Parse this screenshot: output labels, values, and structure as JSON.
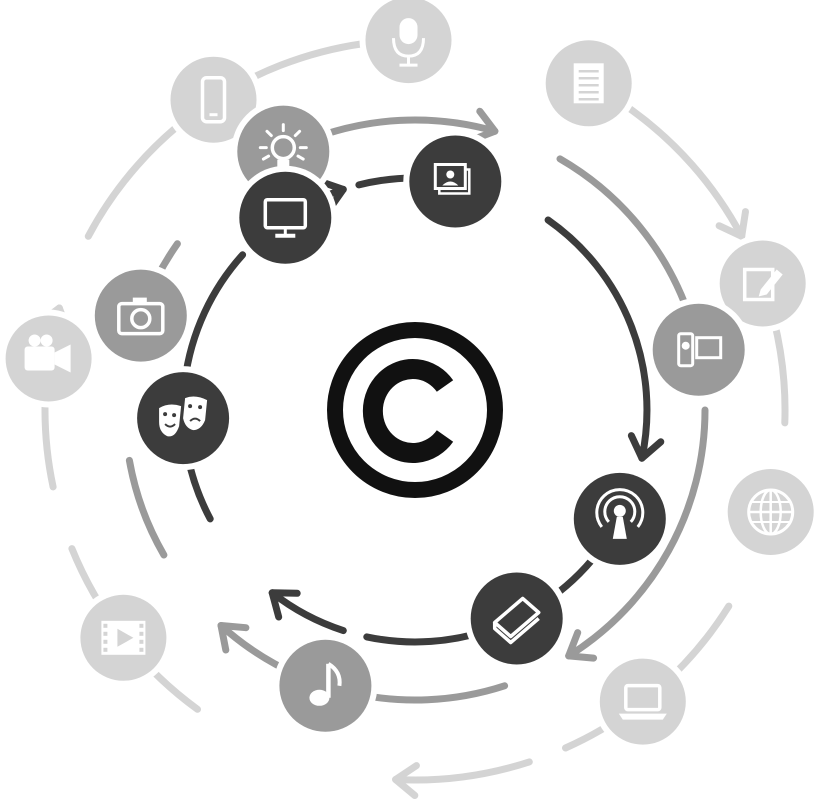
{
  "center": {
    "symbol": "©",
    "icon": "copyright-icon"
  },
  "colors": {
    "outer": "#d4d4d4",
    "middle": "#9a9a9a",
    "inner": "#3c3c3c",
    "center": "#111111",
    "background": "#ffffff",
    "glyph": "#ffffff"
  },
  "rings": [
    {
      "name": "outer-ring",
      "tone": "outer",
      "nodes": [
        {
          "icon": "microphone-icon"
        },
        {
          "icon": "document-icon"
        },
        {
          "icon": "notepad-pen-icon"
        },
        {
          "icon": "globe-icon"
        },
        {
          "icon": "laptop-icon"
        },
        {
          "icon": "film-strip-icon"
        },
        {
          "icon": "video-camera-icon"
        },
        {
          "icon": "smartphone-icon"
        }
      ]
    },
    {
      "name": "middle-ring",
      "tone": "middle",
      "nodes": [
        {
          "icon": "lightbulb-icon"
        },
        {
          "icon": "camcorder-icon"
        },
        {
          "icon": "music-note-icon"
        },
        {
          "icon": "camera-icon"
        }
      ]
    },
    {
      "name": "inner-ring",
      "tone": "inner",
      "nodes": [
        {
          "icon": "photo-stack-icon"
        },
        {
          "icon": "podcast-icon"
        },
        {
          "icon": "book-icon"
        },
        {
          "icon": "theater-masks-icon"
        },
        {
          "icon": "monitor-icon"
        }
      ]
    }
  ]
}
